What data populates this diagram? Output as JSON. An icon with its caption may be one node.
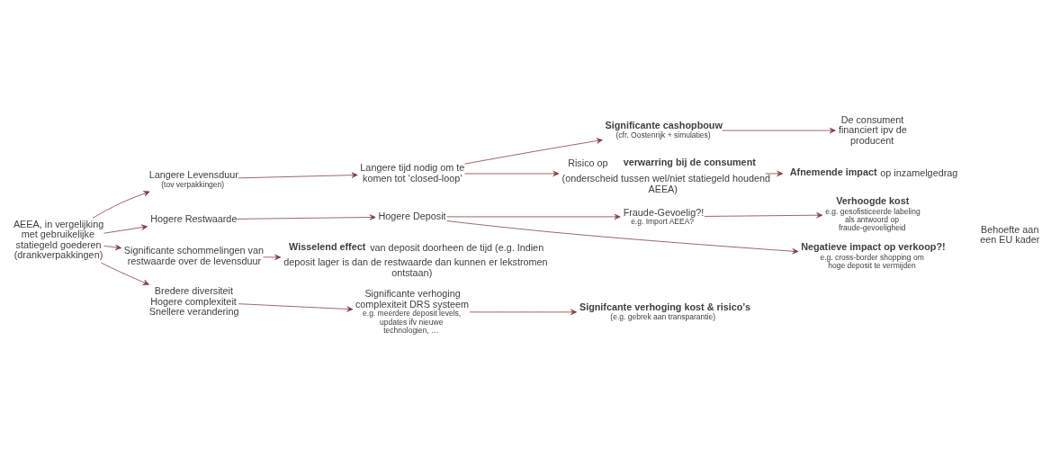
{
  "diagram": {
    "nodes": [
      {
        "text": [
          "AEEA, in vergelijking met gebruikelijke statiegeld goederen (drankverpakkingen)"
        ]
      },
      {
        "text": [
          "Langere Levensduur",
          "(tov verpakkingen)"
        ]
      },
      {
        "text": [
          "Langere tijd nodig om te komen tot ‘closed-loop’"
        ]
      },
      {
        "text": [
          "Significante cashopbouw",
          "(cfr. Oostenrijk + simulaties)"
        ]
      },
      {
        "text": [
          "De consument financiert ipv de producent"
        ]
      },
      {
        "text": [
          "Risico op **verwarring bij de consument** (onderscheid tussen wel/niet statiegeld houdend AEEA)"
        ]
      },
      {
        "text": [
          "**Afnemende impact** op inzamelgedrag"
        ]
      },
      {
        "text": [
          "Hogere Restwaarde"
        ]
      },
      {
        "text": [
          "Hogere Deposit"
        ]
      },
      {
        "text": [
          "Fraude-Gevoelig?!",
          "e.g. Import AEEA?"
        ]
      },
      {
        "text": [
          "Verhoogde kost",
          "e.g. gesofisticeerde labeling als antwoord op fraude-gevoeligheid"
        ]
      },
      {
        "text": [
          "Negatieve impact op verkoop?!",
          "e.g. cross-border shopping om hoge deposit te vermijden"
        ]
      },
      {
        "text": [
          "Behoefte aan een EU kader"
        ]
      },
      {
        "text": [
          "Significante schommelingen van restwaarde over de levensduur"
        ]
      },
      {
        "text": [
          "**Wisselend effect** van deposit doorheen de tijd (e.g. Indien deposit lager is dan de restwaarde dan kunnen er lekstromen ontstaan)"
        ]
      },
      {
        "text": [
          "Bredere diversiteit Hogere complexiteit Snellere verandering"
        ]
      },
      {
        "text": [
          "Significante verhoging complexiteit DRS systeem",
          "e.g. meerdere deposit levels, updates ifv nieuwe technologien, …"
        ]
      },
      {
        "text": [
          "Signifcante verhoging kost & risico’s",
          "(e.g. gebrek aan transparantie)"
        ]
      }
    ],
    "edges": [
      {
        "from": 0,
        "to": 1,
        "arrow": "to"
      },
      {
        "from": 0,
        "to": 7,
        "arrow": "to"
      },
      {
        "from": 0,
        "to": 13,
        "arrow": "to"
      },
      {
        "from": 0,
        "to": 15,
        "arrow": "to"
      },
      {
        "from": 1,
        "to": 2,
        "arrow": "to"
      },
      {
        "from": 2,
        "to": 3,
        "arrow": "to"
      },
      {
        "from": 2,
        "to": 5,
        "arrow": "to"
      },
      {
        "from": 3,
        "to": 4,
        "arrow": "to"
      },
      {
        "from": 5,
        "to": 6,
        "arrow": "to"
      },
      {
        "from": 7,
        "to": 8,
        "arrow": "to"
      },
      {
        "from": 8,
        "to": 9,
        "arrow": "to"
      },
      {
        "from": 8,
        "to": 11,
        "arrow": "to"
      },
      {
        "from": 9,
        "to": 10,
        "arrow": "to"
      },
      {
        "from": 13,
        "to": 14,
        "arrow": "to"
      },
      {
        "from": 15,
        "to": 16,
        "arrow": "to"
      },
      {
        "from": 16,
        "to": 17,
        "arrow": "to"
      }
    ]
  }
}
